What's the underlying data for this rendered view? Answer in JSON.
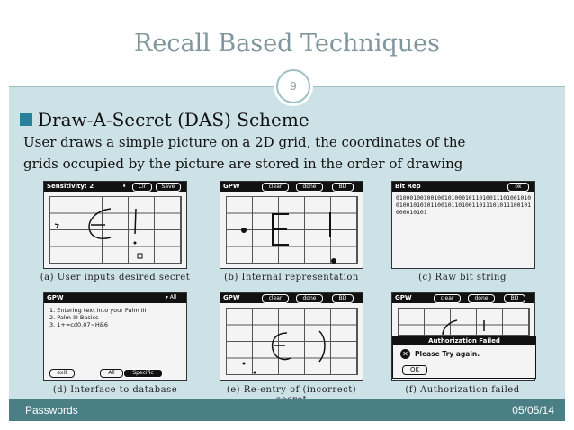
{
  "slide": {
    "title": "Recall Based Techniques",
    "number": "9",
    "heading": "Draw-A-Secret (DAS) Scheme",
    "body_lines": [
      "User draws a simple picture on a 2D grid, the coordinates of the",
      "grids occupied by the picture are stored in the order of drawing"
    ],
    "footer_left": "Passwords",
    "footer_right": "05/05/14",
    "colors": {
      "frame": "#cde2e6",
      "footer": "#4a7f85",
      "bullet": "#2a7f9b",
      "title": "#7f979c"
    }
  },
  "figure": {
    "panel_a": {
      "label": "Sensitivity: 2",
      "buttons": [
        "Clr",
        "Save"
      ],
      "caption": "(a) User inputs desired secret"
    },
    "panel_b": {
      "label": "GPW",
      "buttons": [
        "clear",
        "done",
        "BD"
      ],
      "caption": "(b) Internal representation"
    },
    "panel_c": {
      "label": "Bit Rep",
      "buttons": [
        "ok"
      ],
      "bits": "010001001001001010001011010011101001010010010101011001011010011011101011100101000010101",
      "caption": "(c) Raw bit string"
    },
    "panel_d": {
      "label": "GPW",
      "dropdown": "All",
      "lines": [
        "1. Entering text into your Palm III",
        "2. Palm III Basics",
        "3. 1+=cd0.07~H&6"
      ],
      "buttons": [
        "exit",
        "All",
        "Specific"
      ],
      "caption": "(d) Interface to database"
    },
    "panel_e": {
      "label": "GPW",
      "buttons": [
        "clear",
        "done",
        "BD"
      ],
      "caption": "(e) Re-entry of (incorrect) secret"
    },
    "panel_f": {
      "label": "GPW",
      "buttons": [
        "clear",
        "done",
        "BD"
      ],
      "dialog_title": "Authorization Failed",
      "dialog_message": "Please Try again.",
      "dialog_button": "OK",
      "caption": "(f) Authorization failed"
    }
  }
}
